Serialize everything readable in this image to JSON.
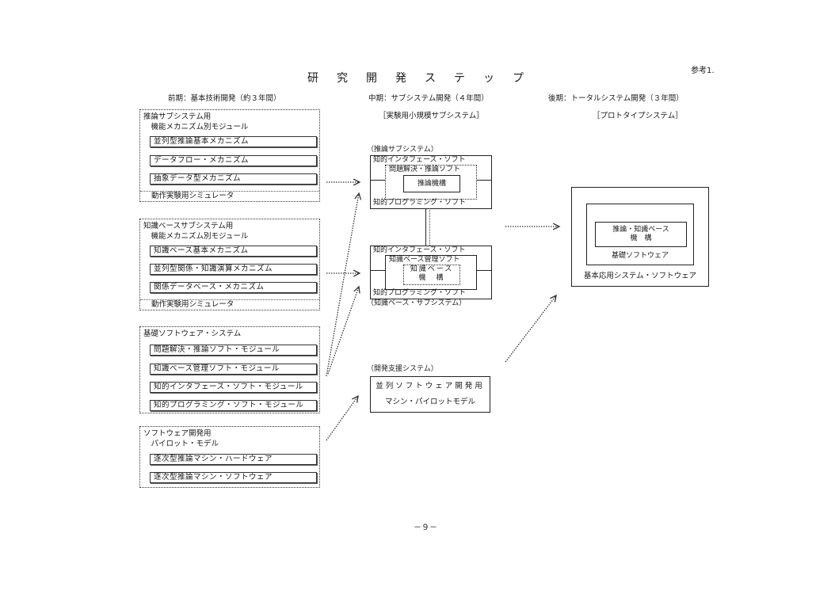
{
  "header": {
    "title": "研究開発ステップ",
    "reference": "参考1."
  },
  "phases": {
    "early": {
      "label": "前期：基本技術開発（約３年間）"
    },
    "middle": {
      "label": "中期：サブシステム開発（４年間）",
      "sublabel": "［実験用小規模サブシステム］"
    },
    "late": {
      "label": "後期：トータルシステム開発（３年間）",
      "sublabel": "［プロトタイプシステム］"
    }
  },
  "early_groups": [
    {
      "title": "推論サブシステム用\n　機能メカニズム別モジュール",
      "modules": [
        "並列型推論基本メカニズム",
        "データフロー・メカニズム",
        "抽象データ型メカニズム"
      ],
      "footer": "動作実験用シミュレータ"
    },
    {
      "title": "知識ベースサブシステム用\n　機能メカニズム別モジュール",
      "modules": [
        "知識ベース基本メカニズム",
        "並列型関係・知識演算メカニズム",
        "関係データベース・メカニズム"
      ],
      "footer": "動作実験用シミュレータ"
    },
    {
      "title": "基礎ソフトウェア・システム",
      "modules": [
        "問題解決・推論ソフト・モジュール",
        "知識ベース管理ソフト・モジュール",
        "知的インタフェース・ソフト・モジュール",
        "知的プログラミング・ソフト・モジュール"
      ]
    },
    {
      "title": "ソフトウェア開発用\n　パイロット・モデル",
      "modules": [
        "逐次型推論マシン・ハードウェア",
        "逐次型推論マシン・ソフトウェア"
      ]
    }
  ],
  "middle": {
    "inference": {
      "caption": "（推論サブシステム）",
      "outer_top": "知的インタフェース・ソフト",
      "inner_top": "問題解決・推論ソフト",
      "core": "推論機構",
      "outer_bottom": "知的プログラミング・ソフト"
    },
    "knowledge": {
      "caption": "（知識ベース・サブシステム）",
      "outer_top": "知的インタフェース・ソフト",
      "inner_top": "知識ベース管理ソフト",
      "core_line1": "知識ベース",
      "core_line2": "機　構",
      "outer_bottom": "知的プログラミング・ソフト"
    },
    "dev_support": {
      "caption": "（開発支援システム）",
      "line1": "並列ソフトウェア開発用",
      "line2": "マシン・パイロットモデル"
    }
  },
  "late": {
    "core_line1": "推論・知識ベース",
    "core_line2": "機　構",
    "middle_layer": "基礎ソフトウェア",
    "outer_layer": "基本応用システム・ソフトウェア"
  },
  "footer": {
    "page_number": "－９－"
  }
}
